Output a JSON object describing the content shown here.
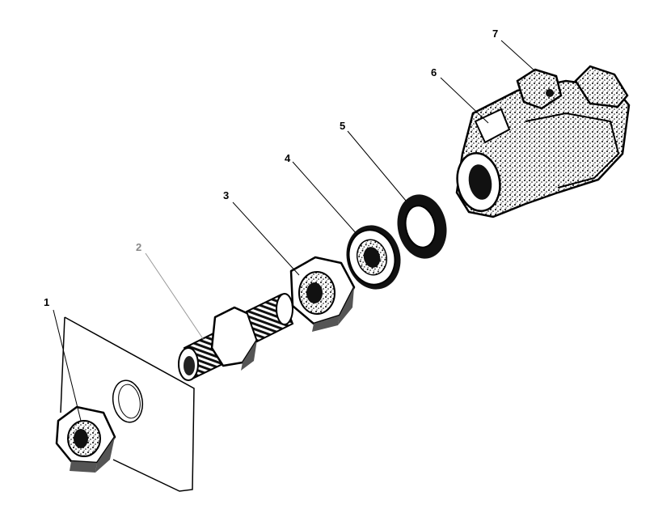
{
  "callouts": [
    {
      "id": "1",
      "label": "1"
    },
    {
      "id": "2",
      "label": "2"
    },
    {
      "id": "3",
      "label": "3"
    },
    {
      "id": "4",
      "label": "4"
    },
    {
      "id": "5",
      "label": "5"
    },
    {
      "id": "6",
      "label": "6"
    },
    {
      "id": "7",
      "label": "7"
    }
  ],
  "colors": {
    "ink": "#000000",
    "paper": "#ffffff",
    "faded_label": "#888888"
  }
}
